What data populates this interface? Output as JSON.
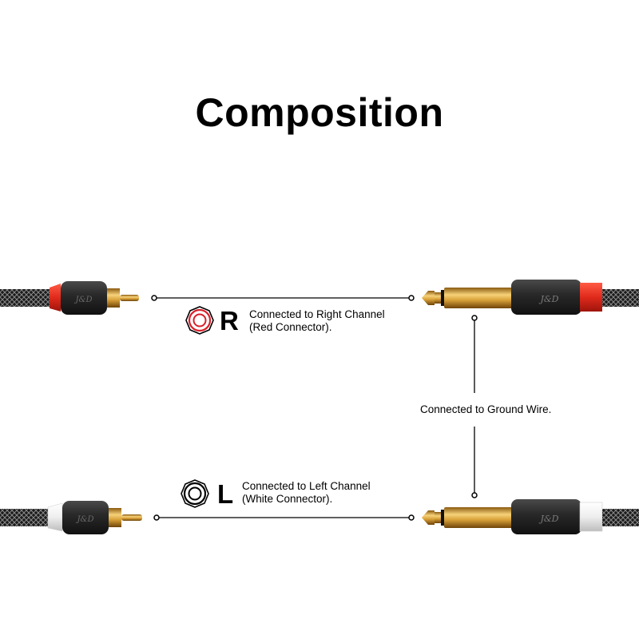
{
  "title": "Composition",
  "right_channel": {
    "letter": "R",
    "line1": "Connected to Right Channel",
    "line2": "(Red Connector).",
    "collar_color": "#e02a1b",
    "ring_color": "#d8202a"
  },
  "left_channel": {
    "letter": "L",
    "line1": "Connected to Left Channel",
    "line2": "(White Connector).",
    "collar_color": "#f1f1f1",
    "ring_color": "#000000"
  },
  "ground_label": "Connected to Ground Wire.",
  "connector_logo_rca": "J&D",
  "connector_logo_jack": "J&D",
  "colors": {
    "gold": "#d7a43a",
    "housing": "#2b2b2b",
    "line": "#000000"
  }
}
